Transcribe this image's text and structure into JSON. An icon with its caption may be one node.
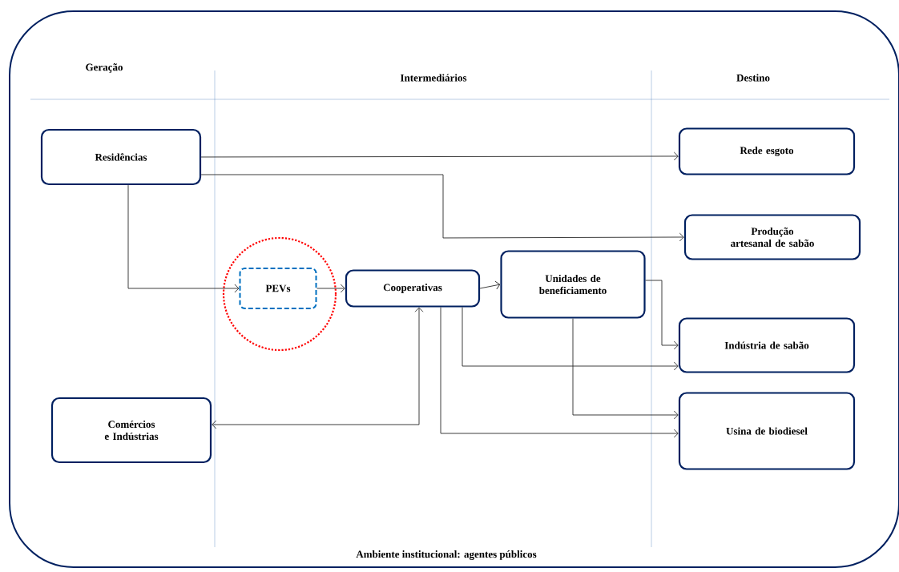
{
  "diagram": {
    "nodes": [
      {
        "text": [
          "Ambiente institucional: agentes públicos"
        ]
      },
      {
        "text": [
          "Residências"
        ],
        "in": 0
      },
      {
        "text": [],
        "shape": "circle",
        "in": 0
      },
      {
        "text": [
          "PEVs"
        ],
        "in": 2
      },
      {
        "text": [
          "Cooperativas"
        ],
        "in": 0
      },
      {
        "text": [
          "Unidades de beneficiamento"
        ],
        "in": 0
      },
      {
        "text": [
          "Comércios e Indústrias"
        ],
        "in": 0
      },
      {
        "text": [
          "Rede esgoto"
        ],
        "in": 0
      },
      {
        "text": [
          "Produção artesanal de sabão"
        ],
        "in": 0
      },
      {
        "text": [
          "Indústria de sabão"
        ],
        "in": 0
      },
      {
        "text": [
          "Usina de biodiesel"
        ],
        "in": 0
      }
    ],
    "edges": [
      {
        "from": 1,
        "to": 7,
        "arrow": "to"
      },
      {
        "from": 1,
        "to": 8,
        "arrow": "to"
      },
      {
        "from": 1,
        "to": 3,
        "arrow": "to"
      },
      {
        "from": 3,
        "to": 4,
        "arrow": "to"
      },
      {
        "from": 4,
        "to": 5,
        "arrow": "to"
      },
      {
        "from": 4,
        "to": 6,
        "arrow": "both"
      },
      {
        "from": 5,
        "to": 9,
        "arrow": "to"
      },
      {
        "from": 4,
        "to": 9,
        "arrow": "to"
      },
      {
        "from": 5,
        "to": 10,
        "arrow": "to"
      },
      {
        "from": 4,
        "to": 10,
        "arrow": "to"
      }
    ],
    "labels": [
      "Geração",
      "Intermediários",
      "Destino"
    ]
  }
}
